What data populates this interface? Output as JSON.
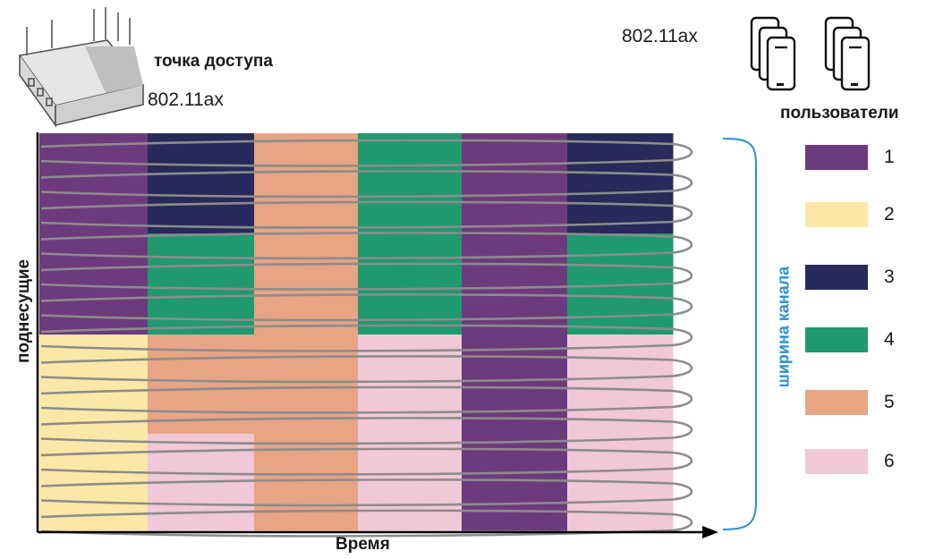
{
  "access_point": {
    "label": "точка доступа",
    "standard": "802.11ax",
    "icon": "router-icon"
  },
  "users": {
    "label": "пользователи",
    "standard": "802.11ax",
    "icon": "smartphones-icon"
  },
  "axes": {
    "y_label": "поднесущие",
    "x_label": "Время"
  },
  "channel_width_label": "ширина канала",
  "colors": {
    "1": "#6e3a7e",
    "2": "#fbe8a6",
    "3": "#272a5a",
    "4": "#1f9a6e",
    "5": "#e8a483",
    "6": "#f1c8d8",
    "curve": "#8c8c8c",
    "bracket": "#2a8fd4"
  },
  "legend": [
    {
      "user": "1",
      "color": "#6e3a7e"
    },
    {
      "user": "2",
      "color": "#fbe8a6"
    },
    {
      "user": "3",
      "color": "#272a5a"
    },
    {
      "user": "4",
      "color": "#1f9a6e"
    },
    {
      "user": "5",
      "color": "#e8a483"
    },
    {
      "user": "6",
      "color": "#f1c8d8"
    }
  ],
  "allocation": [
    [
      "1",
      "3",
      "5",
      "4",
      "1",
      "3"
    ],
    [
      "1",
      "4",
      "5",
      "4",
      "1",
      "4"
    ],
    [
      "2",
      "5",
      "5",
      "6",
      "1",
      "6"
    ],
    [
      "2",
      "6",
      "5",
      "6",
      "1",
      "6"
    ]
  ]
}
